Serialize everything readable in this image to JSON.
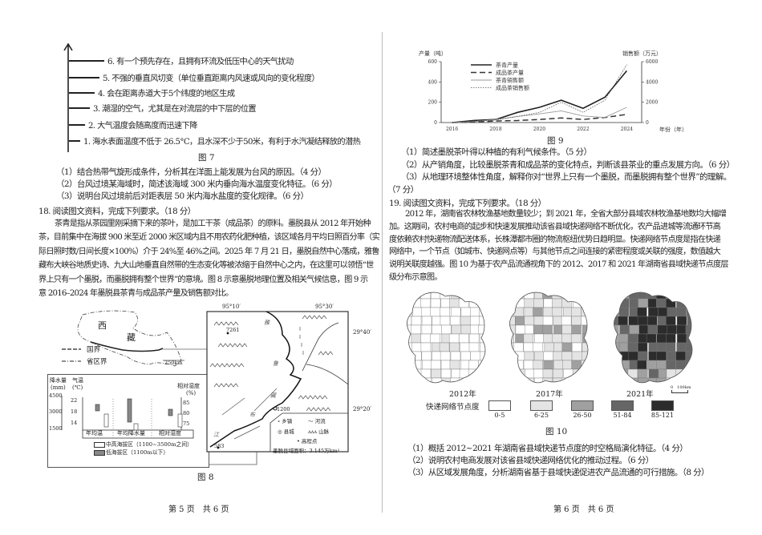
{
  "left_page": {
    "figure7": {
      "items": [
        "6. 有一个预先存在，且拥有环流及低压中心的天气扰动",
        "5. 不强的垂直风切变（单位垂直距离内风速或风向的变化程度）",
        "4. 会在距离赤道大于5个纬度的地区生成",
        "3. 潮湿的空气，尤其是在对流层的中下层的位置",
        "2. 大气温度会随高度而迅速下降",
        "1. 海水表面温度不低于 26.5°C，且水深不少于50米，有利于水汽凝结释放的潜热"
      ],
      "caption": "图 7"
    },
    "q17_questions": [
      "（1）结合热带气旋形成条件，分析其在洋面上能发展为台风的原因。（4 分）",
      "（2）台风过境某海域时，简述该海域 300 米内垂向海水温度变化特征。（6 分）",
      "（3）说明台风过境前后对距表层 50 米内海水盐度的变化规律。（6 分）"
    ],
    "q18_heading": "18. 阅读图文资料，完成下列要求。（18 分）",
    "q18_paragraph_lines": [
      "茶青是指从茶园里刚采摘下来的茶叶，是加工干茶（成品茶）的原料。墨脱县从 2012 年开始种",
      "茶，目前集中在海拔 900 米至近 2000 米区域内且不用农药化肥种植，该区域各月平均日照百分率（实",
      "际日照时数/日间长度×100%）介于 24%至 46%之间。2025 年 7 月 21 日，墨脱自然中心落成，雅鲁",
      "藏布大峡谷地质史诗、九大山地垂直自然带的生态变化等被浓缩于自然中心之内，在这里可以领悟“世",
      "界上只有一个墨脱，而墨脱拥有整个世界”的意境。图 8 示意墨脱地理位置及相关气候信息，图 9 示",
      "意 2016–2024 年墨脱县茶青与成品茶产量及销售额对比。"
    ],
    "figure8": {
      "region_labels": [
        "西",
        "藏"
      ],
      "legend_boundary": [
        "国界",
        "省区界"
      ],
      "scale": "250km",
      "climate_chart": {
        "left_axis_title_1": "降水量",
        "left_axis_unit_1": "(mm)",
        "left_axis_title_2": "气温",
        "left_axis_unit_2": "(℃)",
        "right_axis_title": "相对湿度",
        "right_axis_unit": "(%)",
        "precip_ticks": [
          "4500",
          "3000",
          "1500"
        ],
        "temp_ticks": [
          "22",
          "18",
          "14"
        ],
        "humidity_ticks": [
          "85",
          "80",
          "75"
        ],
        "categories": [
          "年均温",
          "年均降水量",
          "相对湿度"
        ],
        "legend": [
          "中高海拔区（1100~3500m之间）",
          "低海拔区（1100m以下）"
        ],
        "mid_high_color": "#ffffff",
        "low_color": "#888888"
      },
      "map": {
        "longitudes": [
          "95°10′",
          "95°30′"
        ],
        "latitudes": [
          "29°40′",
          "29°20′"
        ],
        "elevations": [
          "7261",
          "1200",
          "583"
        ],
        "river_label_chars": [
          "雅",
          "鲁",
          "藏",
          "布",
          "江"
        ],
        "legend": [
          "乡镇",
          "河流",
          "县城",
          "山脉",
          "高程点"
        ],
        "area_note": "墨脱县域面积：3.145万km²"
      },
      "caption": "图 8"
    },
    "footer": "第 5 页　共 6 页"
  },
  "right_page": {
    "chart_data": {
      "type": "line",
      "title": "",
      "xlabel": "年份（年）",
      "ylabel_left": "产量（吨）",
      "ylabel_right": "销售额（万元）",
      "x": [
        2016,
        2017,
        2018,
        2019,
        2020,
        2021,
        2022,
        2023,
        2024
      ],
      "x_ticks": [
        "2016",
        "2018",
        "2020",
        "2022",
        "2024"
      ],
      "ylim_left": [
        0,
        600
      ],
      "ylim_right": [
        0,
        6000
      ],
      "y_ticks_left": [
        "0",
        "200",
        "400",
        "600"
      ],
      "y_ticks_right": [
        "0",
        "2000",
        "4000",
        "6000"
      ],
      "grid": false,
      "legend_position": "top-left",
      "series": [
        {
          "name": "茶青产量",
          "axis": "left",
          "style": "solid-thick",
          "color": "#222222",
          "values": [
            0,
            20,
            30,
            100,
            150,
            220,
            140,
            250,
            510
          ]
        },
        {
          "name": "成品茶产量",
          "axis": "left",
          "style": "dashed",
          "color": "#333333",
          "values": [
            0,
            5,
            15,
            20,
            30,
            45,
            30,
            50,
            80
          ]
        },
        {
          "name": "茶青销售额",
          "axis": "right",
          "style": "solid-thin",
          "color": "#999999",
          "values": [
            0,
            100,
            300,
            600,
            850,
            1150,
            650,
            500,
            1500
          ]
        },
        {
          "name": "成品茶销售额",
          "axis": "right",
          "style": "dotted",
          "color": "#555555",
          "values": [
            0,
            100,
            250,
            600,
            1000,
            2000,
            1000,
            2200,
            5700
          ]
        }
      ]
    },
    "figure9_caption": "图 9",
    "q18_questions": [
      "（1）简述墨脱茶叶得以种植的有利气候条件。（5 分）",
      "（2）从产销角度，比较墨脱茶青和成品茶的变化特点，判断该县茶业的重点发展方向。（6 分）",
      "（3）从地理环境整体性角度，解释你对“世界上只有一个墨脱，而墨脱拥有整个世界”的理解。",
      "（7 分）"
    ],
    "q19_heading": "19. 阅读图文资料，完成下列要求。（18 分）",
    "q19_paragraph_lines": [
      "2012 年，湖南省农林牧渔基地数量较少；到 2021 年，全省大部分县域农林牧渔基地数均大幅增",
      "加。这期间，农村电商的起步和快速发展推动该省县域快递网络不断优化，农产品进城等流通环节高",
      "度依赖农村快递物流配送体系，长株潭都市圈的物流枢纽优势日趋明显。快递网络节点度是指在快递",
      "网络中，一个节点（如城市、快递网点等）与其他节点之间连接的紧密程度或关联的强度，数值越大",
      "说明关联度越强。图 10 为基于农产品流通视角下的 2012、2017 和 2021 年湖南省县域快递节点度层",
      "级分布示意图。"
    ],
    "figure10": {
      "years": [
        "2012年",
        "2017年",
        "2021年"
      ],
      "scale": "0　100km",
      "legend_title": "快递网络节点度",
      "legend": [
        {
          "label": "0-5",
          "color": "#ffffff"
        },
        {
          "label": "6-25",
          "color": "#e4e4e4"
        },
        {
          "label": "26-50",
          "color": "#a0a0a0"
        },
        {
          "label": "51-84",
          "color": "#666666"
        },
        {
          "label": "85-121",
          "color": "#2c2c2c"
        }
      ],
      "caption": "图 10"
    },
    "q19_questions": [
      "（1）概括 2012~2021 年湖南省县域快递节点度的时空格局演化特征。（4 分）",
      "（2）说明农村电商发展对该省县域快递网络优化的推动过程。（6 分）",
      "（3）从区域发展角度，分析湖南省基于县域快递促进农产品流通的可行措施。（8 分）"
    ],
    "footer": "第 6 页　共 6 页"
  }
}
